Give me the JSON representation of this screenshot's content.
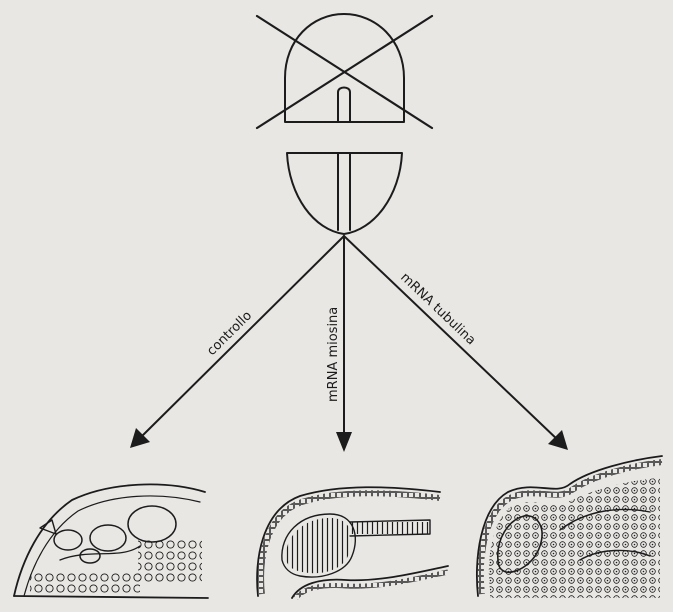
{
  "arrow_labels": {
    "left": "controllo",
    "middle": "mRNA miosina",
    "right": "mRNA tubulina"
  },
  "colors": {
    "ink": "#1c1c1c",
    "paper": "#e9e7e4"
  },
  "icons": [
    "cross-mark",
    "embryo-upper-half",
    "embryo-lower-half",
    "arrow",
    "tissue-section"
  ]
}
